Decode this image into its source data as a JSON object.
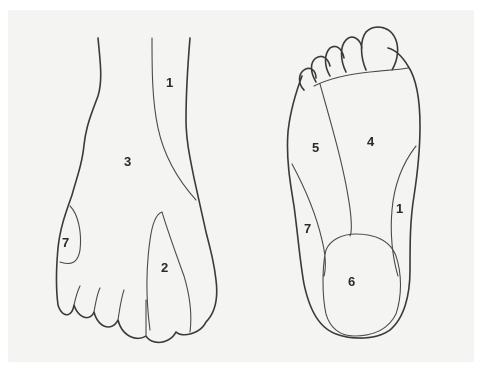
{
  "dorsal_view": {
    "labels": [
      "1",
      "3",
      "7",
      "2"
    ]
  },
  "plantar_view": {
    "labels": [
      "5",
      "4",
      "1",
      "7",
      "6"
    ]
  },
  "colors": {
    "background": "#ffffff",
    "paper": "#f4f4f3",
    "ink": "#3a3a3a"
  }
}
